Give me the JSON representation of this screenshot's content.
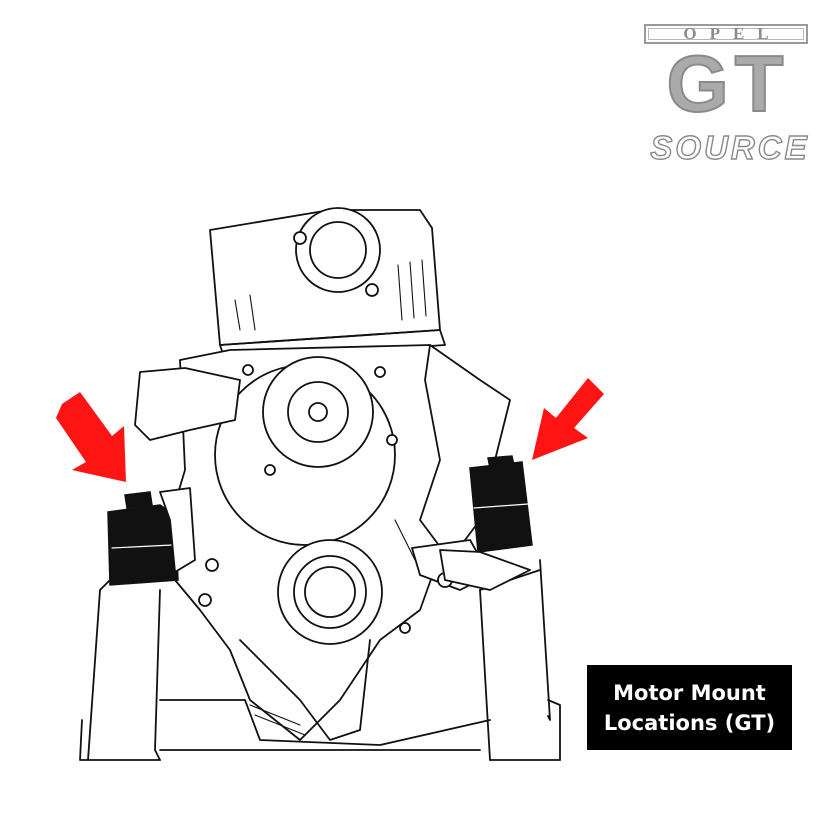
{
  "logo": {
    "brand": "OPEL",
    "model": "GT",
    "tagline": "SOURCE"
  },
  "caption": {
    "line1": "Motor Mount",
    "line2": "Locations (GT)"
  },
  "colors": {
    "arrow": "#ff1414",
    "caption_bg": "#000000",
    "caption_text": "#ffffff",
    "logo_gray": "#aaaaaa"
  },
  "icons": [
    "left-mount-arrow-icon",
    "right-mount-arrow-icon"
  ]
}
